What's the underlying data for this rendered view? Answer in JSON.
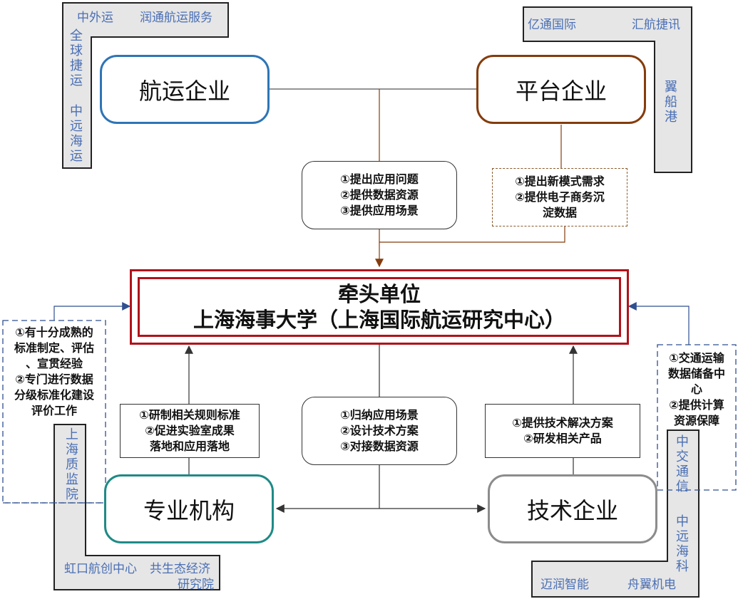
{
  "lead": {
    "line1": "牵头单位",
    "line2": "上海海事大学（上海国际航运研究中心）"
  },
  "entities": {
    "shipping": "航运企业",
    "platform": "平台企业",
    "institution": "专业机构",
    "tech": "技术企业"
  },
  "notes": {
    "shipping": [
      "①提出应用问题",
      "②提供数据资源",
      "③提供应用场景"
    ],
    "platform": [
      "①提出新模式需求",
      "②提供电子商务沉",
      "淀数据"
    ],
    "institution": [
      "①研制相关规则标准",
      "②促进实验室成果",
      "落地和应用落地"
    ],
    "center": [
      "①归纳应用场景",
      "②设计技术方案",
      "③对接数据资源"
    ],
    "tech": [
      "①提供技术解决方案",
      "②研发相关产品"
    ],
    "left_side": [
      "①有十分成熟的",
      "标准制定、评估",
      "、宣贯经验",
      "②专门进行数据",
      "分级标准化建设",
      "评价工作"
    ],
    "right_side": [
      "①交通运输",
      "数据储备中",
      "心",
      "②提供计算",
      "资源保障"
    ]
  },
  "groups": {
    "top_left": {
      "h1": "中外运",
      "h2": "润通航运服务",
      "v1": "全球捷运",
      "v2": "中远海运"
    },
    "top_right": {
      "h1": "亿通国际",
      "h2": "汇航捷讯",
      "v1": "翼船港"
    },
    "bottom_left": {
      "v1": "上海质监院",
      "h1": "虹口航创中心",
      "h2": "共生态经济",
      "h3": "研究院"
    },
    "bottom_right": {
      "v1": "中交通信",
      "v2": "中远海科",
      "h1": "迈润智能",
      "h2": "舟翼机电"
    }
  },
  "colors": {
    "shipping_border": "#2e75b6",
    "platform_border": "#843c0c",
    "institution_border": "#1f8a86",
    "tech_border": "#8c8c8c",
    "lead_border": "#b0121b",
    "group_fill": "#e6e6e6",
    "group_text": "#4a6fb5",
    "arrow": "#333333",
    "dash_line": "#2f4f8f"
  }
}
